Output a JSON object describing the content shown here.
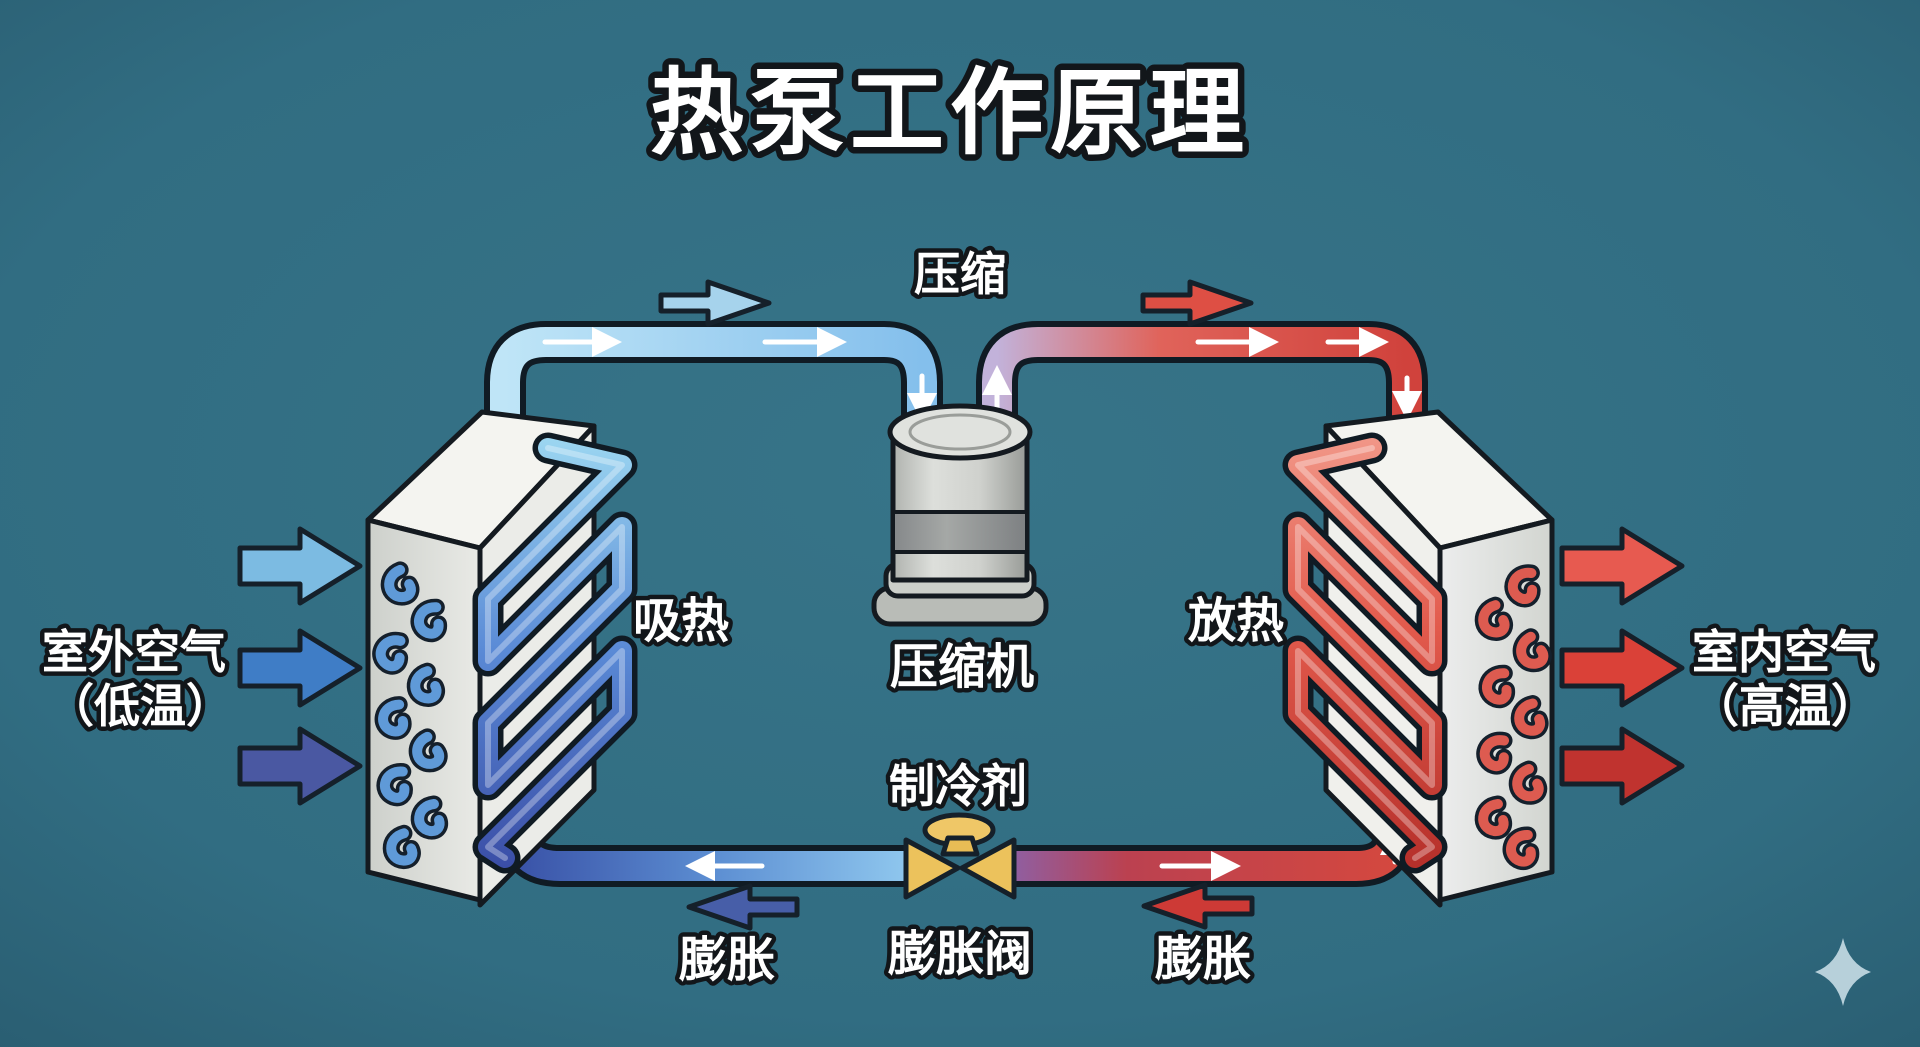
{
  "title": "热泵工作原理",
  "labels": {
    "compression": "压缩",
    "compressor": "压缩机",
    "heat_absorption": "吸热",
    "heat_release": "放热",
    "refrigerant": "制冷剂",
    "expansion_valve": "膨胀阀",
    "expansion_left": "膨胀",
    "expansion_right": "膨胀",
    "outdoor_air": "室外空气",
    "outdoor_air_note": "（低温）",
    "indoor_air": "室内空气",
    "indoor_air_note": "（高温）"
  },
  "colors": {
    "background": "#316d82",
    "cold_pipe": "#9fd4f0",
    "cold_deep": "#3a53a8",
    "hot_pipe": "#d64740",
    "hot_deep": "#b52f2a",
    "valve_gold": "#ecc25c",
    "compressor_gray": "#c9ccc8",
    "text": "#ffffff",
    "outline": "#14181c"
  },
  "icons": {
    "sparkle": "four-point-star"
  }
}
